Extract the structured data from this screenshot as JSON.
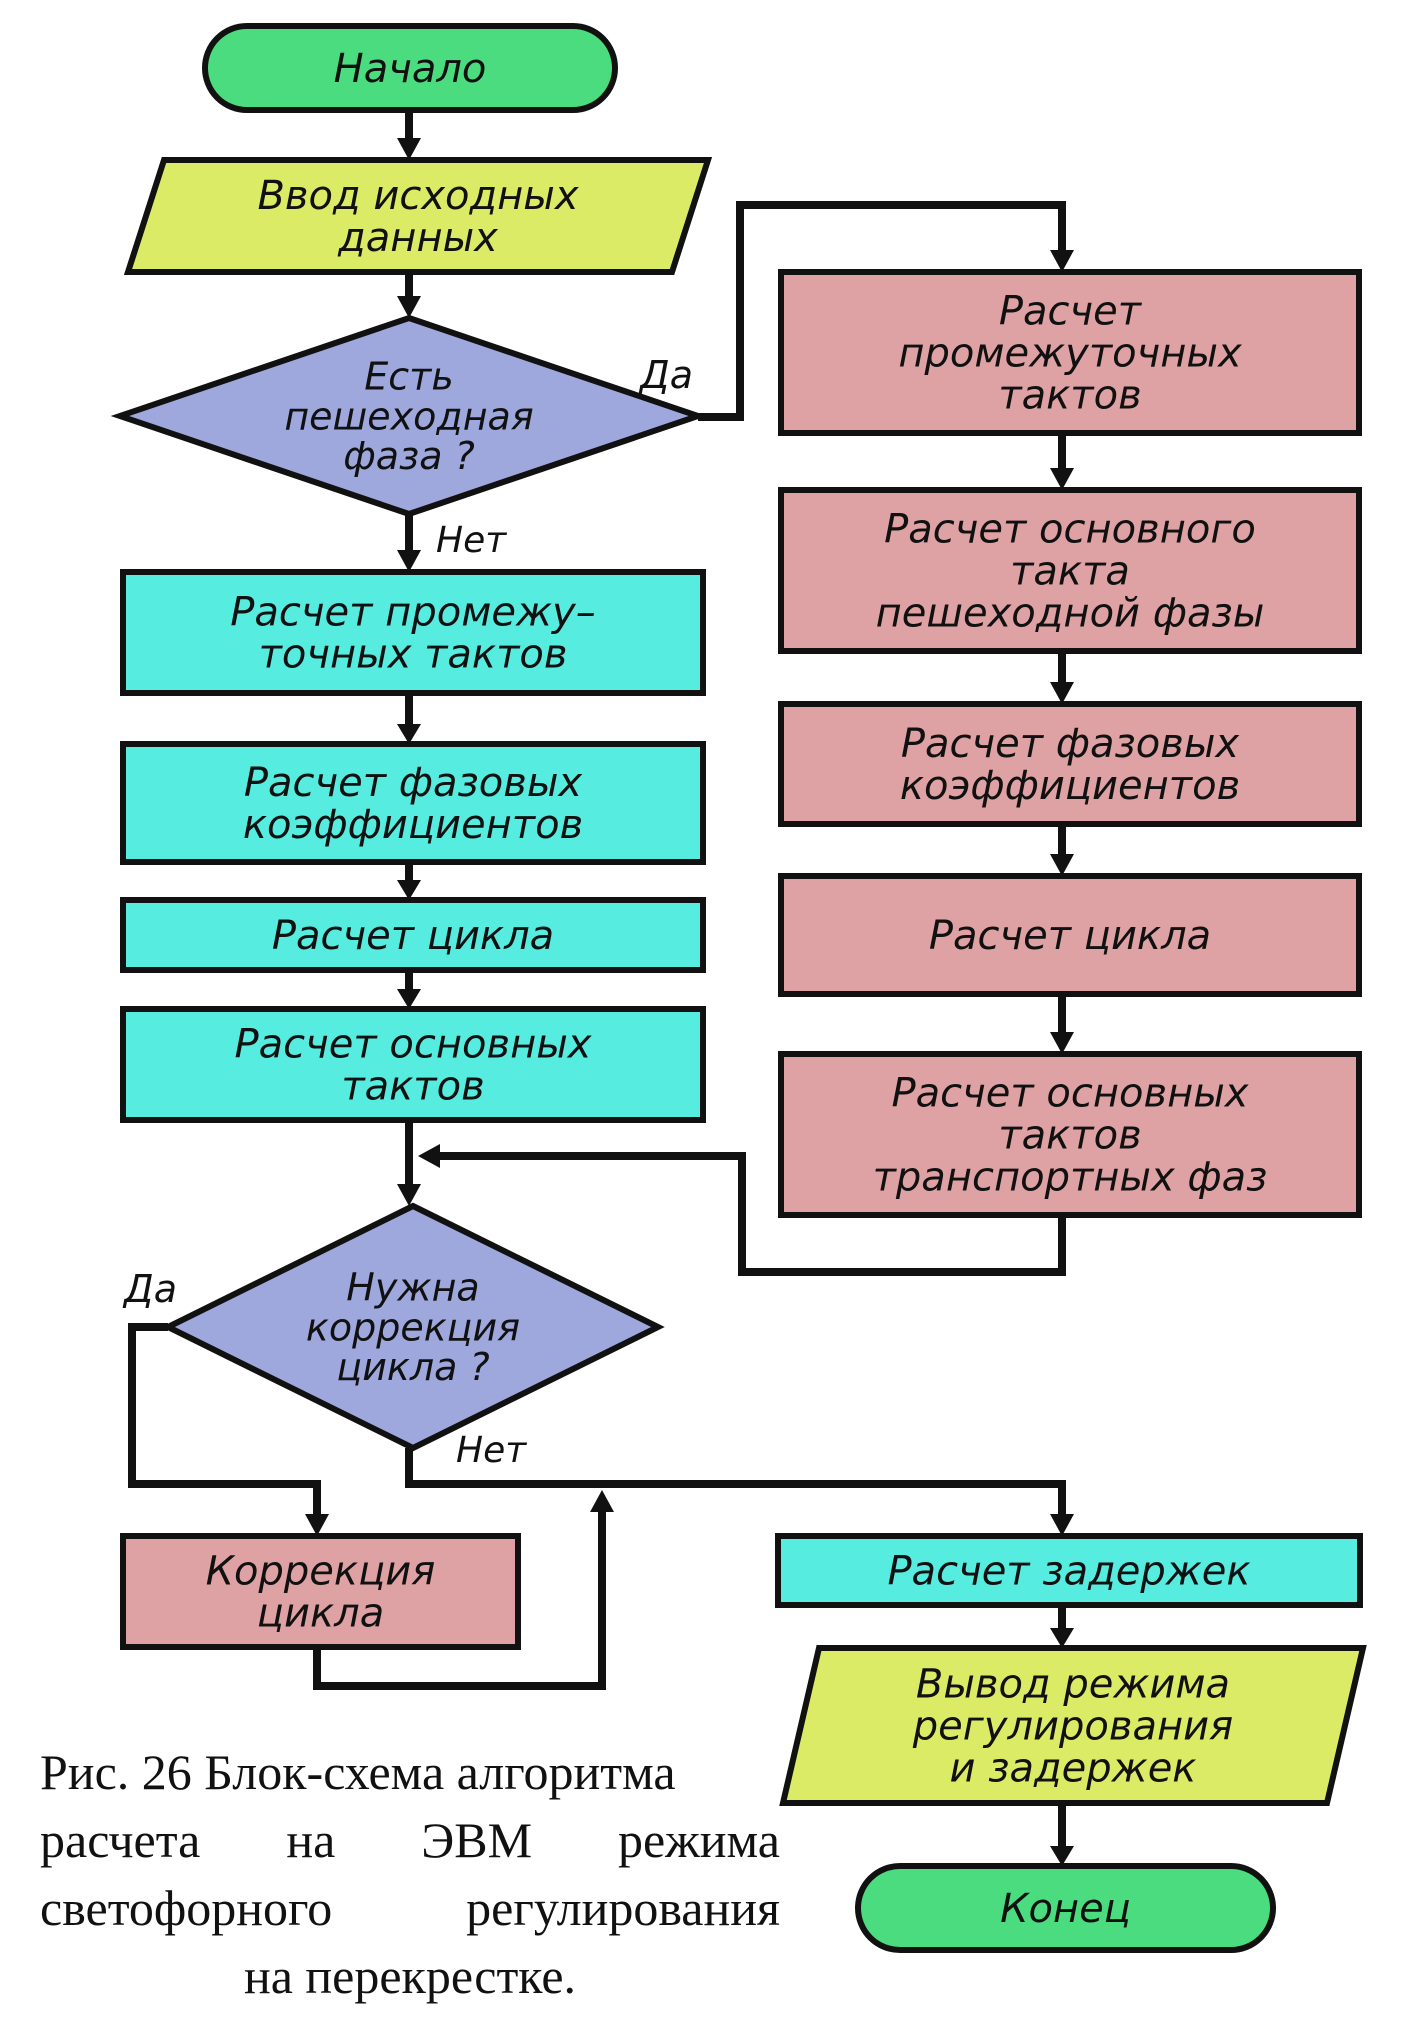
{
  "colors": {
    "terminal": "#4cdc80",
    "io": "#dceb66",
    "decision": "#9ea8dc",
    "process_left": "#56ece0",
    "process_right": "#dea2a4",
    "line": "#111111"
  },
  "diagram": {
    "nodes": {
      "start": {
        "lines": [
          "Начало"
        ]
      },
      "input": {
        "lines": [
          "Ввод исходных",
          "данных"
        ]
      },
      "dec_ped": {
        "lines": [
          "Есть",
          "пешеходная",
          "фаза ?"
        ]
      },
      "l1": {
        "lines": [
          "Расчет промежу–",
          "точных тактов"
        ]
      },
      "l2": {
        "lines": [
          "Расчет фазовых",
          "коэффициентов"
        ]
      },
      "l3": {
        "lines": [
          "Расчет цикла"
        ]
      },
      "l4": {
        "lines": [
          "Расчет основных",
          "тактов"
        ]
      },
      "r1": {
        "lines": [
          "Расчет",
          "промежуточных",
          "тактов"
        ]
      },
      "r2": {
        "lines": [
          "Расчет основного",
          "такта",
          "пешеходной фазы"
        ]
      },
      "r3": {
        "lines": [
          "Расчет фазовых",
          "коэффициентов"
        ]
      },
      "r4": {
        "lines": [
          "Расчет цикла"
        ]
      },
      "r5": {
        "lines": [
          "Расчет основных",
          "тактов",
          "транспортных фаз"
        ]
      },
      "dec_corr": {
        "lines": [
          "Нужна",
          "коррекция",
          "цикла ?"
        ]
      },
      "corr": {
        "lines": [
          "Коррекция",
          "цикла"
        ]
      },
      "delays": {
        "lines": [
          "Расчет задержек"
        ]
      },
      "output": {
        "lines": [
          "Вывод режима",
          "регулирования",
          "и задержек"
        ]
      },
      "end": {
        "lines": [
          "Конец"
        ]
      }
    },
    "edge_labels": {
      "ped_yes": "Да",
      "ped_no": "Нет",
      "corr_yes": "Да",
      "corr_no": "Нет"
    }
  },
  "caption": {
    "line1": "Рис. 26 Блок-схема алгоритма",
    "line2": [
      "расчета",
      "на",
      "ЭВМ",
      "режима"
    ],
    "line3": [
      "светофорного",
      "регулирования"
    ],
    "line4": "на перекрестке."
  }
}
